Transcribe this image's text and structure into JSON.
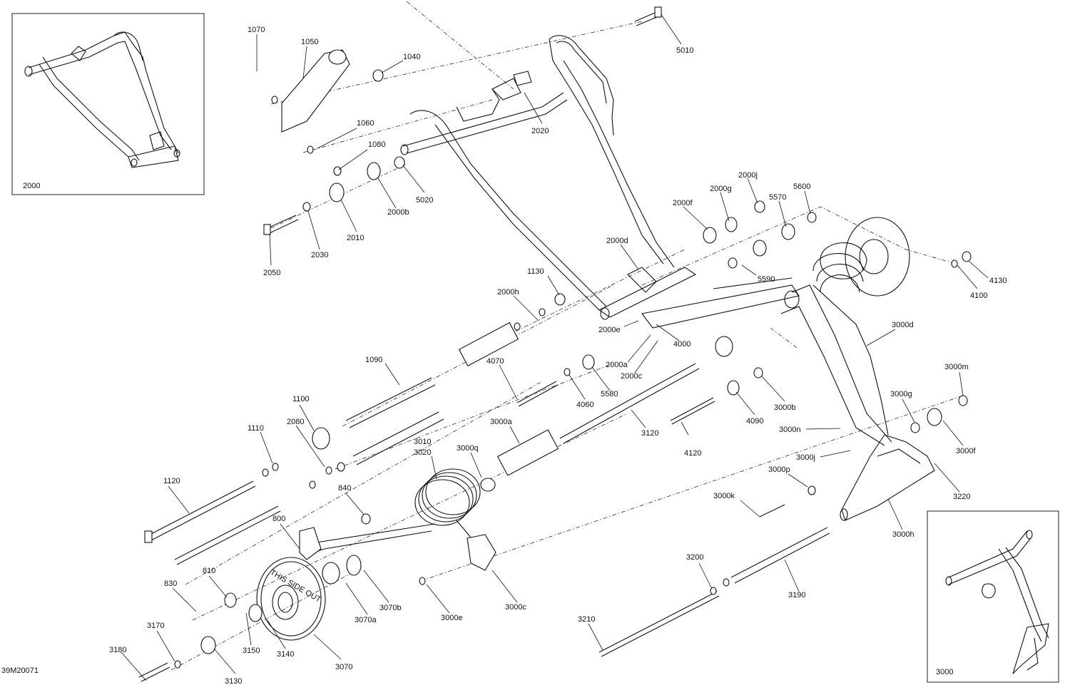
{
  "drawing_code": "39M20071",
  "insets": {
    "front_arm": {
      "label": "2000"
    },
    "rear_arm": {
      "label": "3000"
    }
  },
  "rear_wheel_text": "THIS SIDE OUT",
  "callouts": [
    {
      "id": "c5010",
      "text": "5010"
    },
    {
      "id": "c1070",
      "text": "1070"
    },
    {
      "id": "c1050",
      "text": "1050"
    },
    {
      "id": "c1040",
      "text": "1040"
    },
    {
      "id": "c1060",
      "text": "1060"
    },
    {
      "id": "c1080",
      "text": "1080"
    },
    {
      "id": "c2020",
      "text": "2020"
    },
    {
      "id": "c5020",
      "text": "5020"
    },
    {
      "id": "c2000b",
      "text": "2000b"
    },
    {
      "id": "c2010",
      "text": "2010"
    },
    {
      "id": "c2030",
      "text": "2030"
    },
    {
      "id": "c2050",
      "text": "2050"
    },
    {
      "id": "c2000j",
      "text": "2000j"
    },
    {
      "id": "c2000g",
      "text": "2000g"
    },
    {
      "id": "c2000f",
      "text": "2000f"
    },
    {
      "id": "c5600",
      "text": "5600"
    },
    {
      "id": "c5570",
      "text": "5570"
    },
    {
      "id": "c2000d",
      "text": "2000d"
    },
    {
      "id": "c5590",
      "text": "5590"
    },
    {
      "id": "c4130",
      "text": "4130"
    },
    {
      "id": "c4100",
      "text": "4100"
    },
    {
      "id": "c1130",
      "text": "1130"
    },
    {
      "id": "c2000h",
      "text": "2000h"
    },
    {
      "id": "c2000e",
      "text": "2000e"
    },
    {
      "id": "c4000",
      "text": "4000"
    },
    {
      "id": "c2000a",
      "text": "2000a"
    },
    {
      "id": "c2000c",
      "text": "2000c"
    },
    {
      "id": "c3000d",
      "text": "3000d"
    },
    {
      "id": "c1090",
      "text": "1090"
    },
    {
      "id": "c4070",
      "text": "4070"
    },
    {
      "id": "c4060",
      "text": "4060"
    },
    {
      "id": "c5580",
      "text": "5580"
    },
    {
      "id": "c3000m",
      "text": "3000m"
    },
    {
      "id": "c3000g",
      "text": "3000g"
    },
    {
      "id": "c3000b",
      "text": "3000b"
    },
    {
      "id": "c4090",
      "text": "4090"
    },
    {
      "id": "c3120",
      "text": "3120"
    },
    {
      "id": "c4120",
      "text": "4120"
    },
    {
      "id": "c3000n",
      "text": "3000n"
    },
    {
      "id": "c3000f",
      "text": "3000f"
    },
    {
      "id": "c3000j",
      "text": "3000j"
    },
    {
      "id": "c1100",
      "text": "1100"
    },
    {
      "id": "c1110",
      "text": "1110"
    },
    {
      "id": "c2080",
      "text": "2080"
    },
    {
      "id": "c3010",
      "text": "3010"
    },
    {
      "id": "c3020",
      "text": "3020"
    },
    {
      "id": "c3000q",
      "text": "3000q"
    },
    {
      "id": "c3000a",
      "text": "3000a"
    },
    {
      "id": "c3000p",
      "text": "3000p"
    },
    {
      "id": "c3220",
      "text": "3220"
    },
    {
      "id": "c1120",
      "text": "1120"
    },
    {
      "id": "c840",
      "text": "840"
    },
    {
      "id": "c3000k",
      "text": "3000k"
    },
    {
      "id": "c3000h",
      "text": "3000h"
    },
    {
      "id": "c800",
      "text": "800"
    },
    {
      "id": "c810",
      "text": "810"
    },
    {
      "id": "c830",
      "text": "830"
    },
    {
      "id": "c3070b",
      "text": "3070b"
    },
    {
      "id": "c3070a",
      "text": "3070a"
    },
    {
      "id": "c3000e",
      "text": "3000e"
    },
    {
      "id": "c3000c",
      "text": "3000c"
    },
    {
      "id": "c3200",
      "text": "3200"
    },
    {
      "id": "c3190",
      "text": "3190"
    },
    {
      "id": "c3210",
      "text": "3210"
    },
    {
      "id": "c3170",
      "text": "3170"
    },
    {
      "id": "c3180",
      "text": "3180"
    },
    {
      "id": "c3150",
      "text": "3150"
    },
    {
      "id": "c3140",
      "text": "3140"
    },
    {
      "id": "c3070",
      "text": "3070"
    },
    {
      "id": "c3130",
      "text": "3130"
    }
  ]
}
